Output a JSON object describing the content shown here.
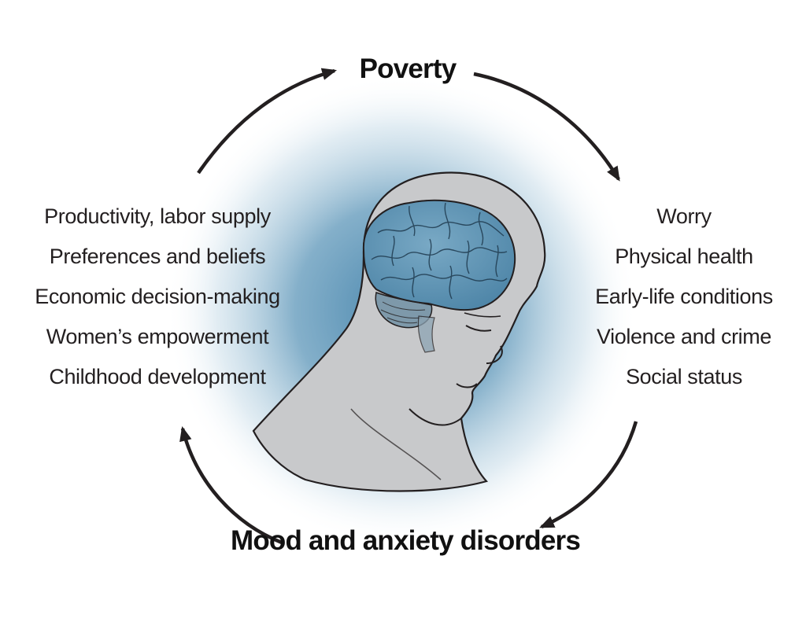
{
  "diagram": {
    "top_node": "Poverty",
    "bottom_node": "Mood and anxiety disorders",
    "left_factors": [
      "Productivity, labor supply",
      "Preferences and beliefs",
      "Economic decision-making",
      "Women’s empowerment",
      "Childhood development"
    ],
    "right_factors": [
      "Worry",
      "Physical health",
      "Early-life conditions",
      "Violence and crime",
      "Social status"
    ],
    "colors": {
      "glow": "#5b95b8",
      "brain": "#6496b4",
      "head": "#c8c9cb",
      "outline": "#231f20"
    }
  }
}
